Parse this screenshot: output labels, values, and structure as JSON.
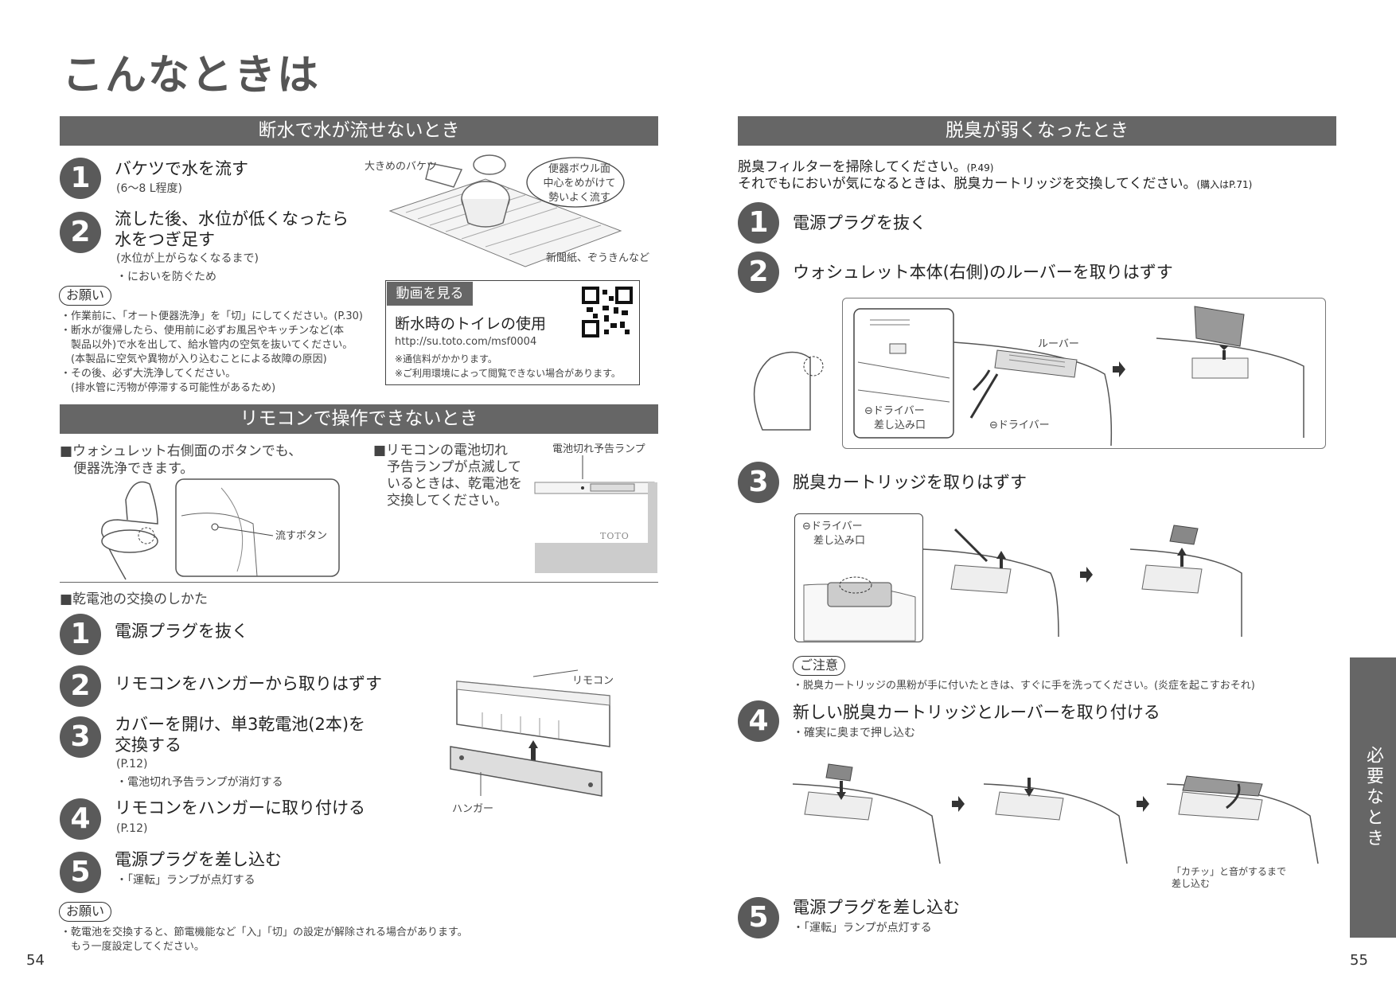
{
  "page_title": "こんなときは",
  "sec_water": {
    "title": "断水で水が流せないとき",
    "step1": {
      "num": "1",
      "title": "バケツで水を流す",
      "note": "(6～8 L程度)"
    },
    "step2": {
      "num": "2",
      "title_l1": "流した後、水位が低くなったら",
      "title_l2": "水をつぎ足す",
      "note1": "(水位が上がらなくなるまで)",
      "note2": "・においを防ぐため"
    },
    "fig": {
      "bucket": "大きめのバケツ",
      "bubble_l1": "便器ボウル面",
      "bubble_l2": "中心をめがけて",
      "bubble_l3": "勢いよく流す",
      "paper": "新聞紙、ぞうきんなど"
    },
    "request_label": "お願い",
    "requests": [
      "・作業前に、「オート便器洗浄」を「切」にしてください。(P.30)",
      "・断水が復帰したら、使用前に必ずお風呂やキッチンなど(本",
      "　製品以外)で水を出して、給水管内の空気を抜いてください。",
      "　(本製品に空気や異物が入り込むことによる故障の原因)",
      "・その後、必ず大洗浄してください。",
      "　(排水管に汚物が停滞する可能性があるため)"
    ],
    "video": {
      "tag": "動画を見る",
      "title": "断水時のトイレの使用",
      "url": "http://su.toto.com/msf0004",
      "note1": "※通信料がかかります。",
      "note2": "※ご利用環境によって閲覧できない場合があります。"
    }
  },
  "sec_remote": {
    "title": "リモコンで操作できないとき",
    "point1_l1": "■ウォシュレット右側面のボタンでも、",
    "point1_l2": "　便器洗浄できます。",
    "flush_btn": "流すボタン",
    "point2": [
      "■リモコンの電池切れ",
      "　予告ランプが点滅して",
      "　いるときは、乾電池を",
      "　交換してください。"
    ],
    "lamp": "電池切れ予告ランプ",
    "brand": "TOTO",
    "battery_head": "■乾電池の交換のしかた",
    "steps": [
      {
        "num": "1",
        "title": "電源プラグを抜く"
      },
      {
        "num": "2",
        "title": "リモコンをハンガーから取りはずす"
      },
      {
        "num": "3",
        "title_l1": "カバーを開け、単3乾電池(2本)を",
        "title_l2": "交換する",
        "note1": "(P.12)",
        "note2": "・電池切れ予告ランプが消灯する"
      },
      {
        "num": "4",
        "title": "リモコンをハンガーに取り付ける",
        "note1": "(P.12)"
      },
      {
        "num": "5",
        "title": "電源プラグを差し込む",
        "note1": "・「運転」ランプが点灯する"
      }
    ],
    "remote_label": "リモコン",
    "hanger_label": "ハンガー",
    "request_label": "お願い",
    "requests": [
      "・乾電池を交換すると、節電機能など「入」「切」の設定が解除される場合があります。",
      "　もう一度設定してください。"
    ]
  },
  "sec_deodor": {
    "title": "脱臭が弱くなったとき",
    "intro1": "脱臭フィルターを掃除してください。",
    "intro1_ref": "(P.49)",
    "intro2": "それでもにおいが気になるときは、脱臭カートリッジを交換してください。",
    "intro2_ref": "(購入はP.71)",
    "steps": [
      {
        "num": "1",
        "title": "電源プラグを抜く"
      },
      {
        "num": "2",
        "title": "ウォシュレット本体(右側)のルーバーを取りはずす"
      },
      {
        "num": "3",
        "title": "脱臭カートリッジを取りはずす"
      },
      {
        "num": "4",
        "title": "新しい脱臭カートリッジとルーバーを取り付ける",
        "note": "・確実に奥まで押し込む"
      },
      {
        "num": "5",
        "title": "電源プラグを差し込む",
        "note": "・「運転」ランプが点灯する"
      }
    ],
    "fig2": {
      "louver": "ルーバー",
      "slot_l1": "⊖ドライバー",
      "slot_l2": "差し込み口",
      "driver": "⊖ドライバー"
    },
    "fig3": {
      "slot_l1": "⊖ドライバー",
      "slot_l2": "差し込み口"
    },
    "caution_label": "ご注意",
    "caution": "・脱臭カートリッジの黒粉が手に付いたときは、すぐに手を洗ってください。(炎症を起こすおそれ)",
    "click_l1": "「カチッ」と音がするまで",
    "click_l2": "差し込む"
  },
  "side_tab": "必要なとき",
  "page_left": "54",
  "page_right": "55"
}
